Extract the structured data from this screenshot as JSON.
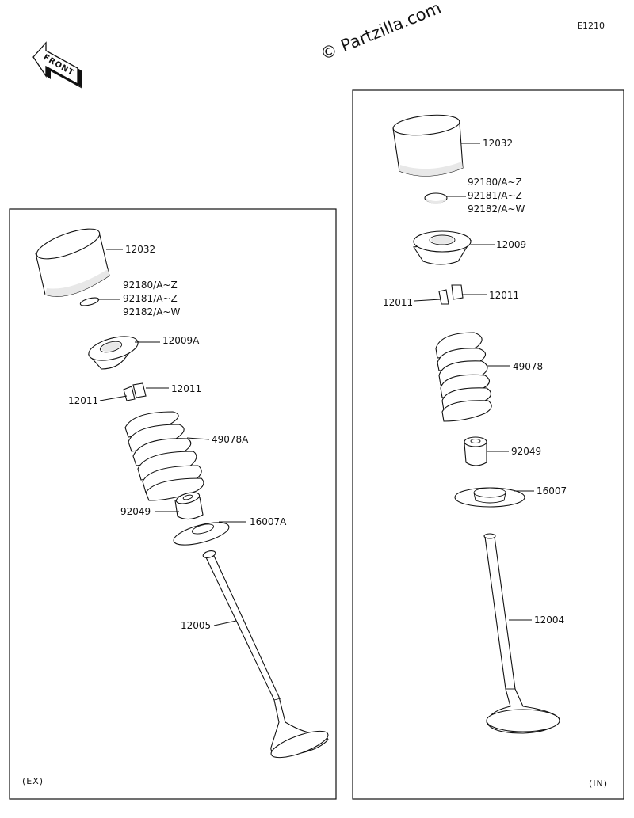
{
  "watermark": "© Partzilla.com",
  "diagram_code": "E1210",
  "front_label": "FRONT",
  "ex_panel": {
    "caption": "(EX)",
    "labels": {
      "tappet": "12032",
      "shim_1": "92180/A~Z",
      "shim_2": "92181/A~Z",
      "shim_3": "92182/A~W",
      "retainer": "12009A",
      "cotter_r": "12011",
      "cotter_l": "12011",
      "spring": "49078A",
      "seal": "92049",
      "seat": "16007A",
      "valve": "12005"
    }
  },
  "in_panel": {
    "caption": "(IN)",
    "labels": {
      "tappet": "12032",
      "shim_1": "92180/A~Z",
      "shim_2": "92181/A~Z",
      "shim_3": "92182/A~W",
      "retainer": "12009",
      "cotter_r": "12011",
      "cotter_l": "12011",
      "spring": "49078",
      "seal": "92049",
      "seat": "16007",
      "valve": "12004"
    }
  }
}
